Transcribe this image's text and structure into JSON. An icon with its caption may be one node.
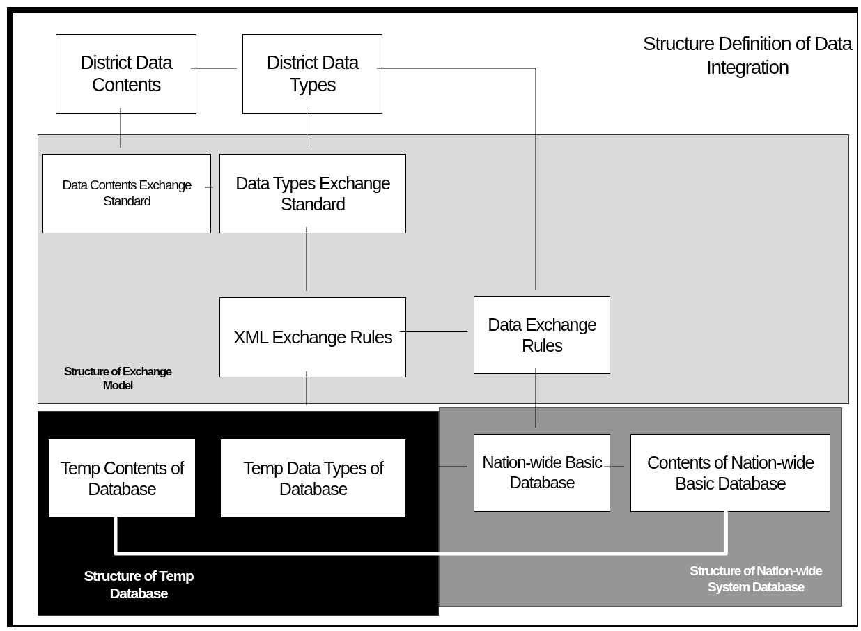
{
  "diagram": {
    "nodes": [
      {
        "text": [
          "Structure Definition of Data Integration"
        ]
      },
      {
        "text": [
          "District Data Contents"
        ],
        "in": 0
      },
      {
        "text": [
          "District Data Types"
        ],
        "in": 0
      },
      {
        "text": [
          "Structure of Exchange Model"
        ],
        "in": 0
      },
      {
        "text": [
          "Data Contents Exchange Standard"
        ],
        "in": 3
      },
      {
        "text": [
          "Data Types Exchange Standard"
        ],
        "in": 3
      },
      {
        "text": [
          "XML Exchange Rules"
        ],
        "in": 3
      },
      {
        "text": [
          "Data Exchange Rules"
        ],
        "in": 3
      },
      {
        "text": [
          "Structure of Temp Database"
        ],
        "in": 0
      },
      {
        "text": [
          "Temp Contents of Database"
        ],
        "in": 8
      },
      {
        "text": [
          "Temp Data Types of Database"
        ],
        "in": 8
      },
      {
        "text": [
          "Structure of Nation-wide System Database"
        ],
        "in": 0
      },
      {
        "text": [
          "Nation-wide Basic Database"
        ],
        "in": 11
      },
      {
        "text": [
          "Contents of Nation-wide Basic Database"
        ],
        "in": 11
      }
    ],
    "edges": [
      {
        "from": 1,
        "to": 2,
        "arrow": "none"
      },
      {
        "from": 1,
        "to": 4,
        "arrow": "none"
      },
      {
        "from": 2,
        "to": 5,
        "arrow": "none"
      },
      {
        "from": 4,
        "to": 5,
        "arrow": "none"
      },
      {
        "from": 5,
        "to": 6,
        "arrow": "none"
      },
      {
        "from": 2,
        "to": 7,
        "arrow": "none"
      },
      {
        "from": 6,
        "to": 7,
        "arrow": "none"
      },
      {
        "from": 6,
        "to": 8,
        "arrow": "none"
      },
      {
        "from": 7,
        "to": 12,
        "arrow": "none"
      },
      {
        "from": 12,
        "to": 11,
        "arrow": "none"
      },
      {
        "from": 12,
        "to": 13,
        "arrow": "none"
      },
      {
        "from": 9,
        "to": 13,
        "arrow": "none",
        "style": "thick",
        "color": "#ffffff"
      }
    ]
  }
}
